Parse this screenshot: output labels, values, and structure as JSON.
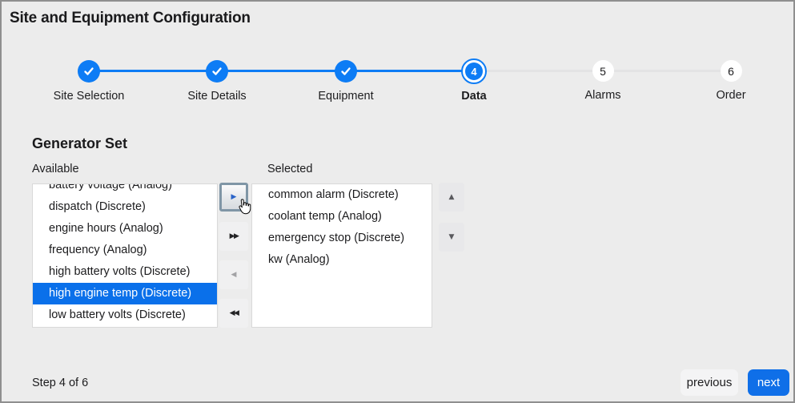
{
  "page": {
    "title": "Site and Equipment Configuration"
  },
  "stepper": {
    "steps": [
      {
        "label": "Site Selection",
        "state": "completed"
      },
      {
        "label": "Site Details",
        "state": "completed"
      },
      {
        "label": "Equipment",
        "state": "completed"
      },
      {
        "label": "Data",
        "state": "active",
        "number": "4"
      },
      {
        "label": "Alarms",
        "state": "upcoming",
        "number": "5"
      },
      {
        "label": "Order",
        "state": "upcoming",
        "number": "6"
      }
    ]
  },
  "section": {
    "heading": "Generator Set"
  },
  "dual_list": {
    "available": {
      "label": "Available",
      "items": [
        "battery voltage (Analog)",
        "dispatch (Discrete)",
        "engine hours (Analog)",
        "frequency (Analog)",
        "high battery volts (Discrete)",
        "high engine temp (Discrete)",
        "low battery volts (Discrete)"
      ],
      "highlighted_item": "high engine temp (Discrete)"
    },
    "selected": {
      "label": "Selected",
      "items": [
        "common alarm (Discrete)",
        "coolant temp (Analog)",
        "emergency stop (Discrete)",
        "kw (Analog)"
      ]
    },
    "transfer": {
      "move_right_glyph": "▶",
      "move_all_right_glyph": "▶▶",
      "move_left_glyph": "◀",
      "move_all_left_glyph": "◀◀",
      "move_up_glyph": "▲",
      "move_down_glyph": "▼"
    }
  },
  "footer": {
    "step_text": "Step 4 of 6",
    "previous_label": "previous",
    "next_label": "next"
  },
  "colors": {
    "accent_blue": "#0d7cf5",
    "selection_blue": "#0a70ea",
    "next_button_blue": "#0f6fe8",
    "page_background": "#ececec",
    "listbox_background": "#ffffff"
  }
}
